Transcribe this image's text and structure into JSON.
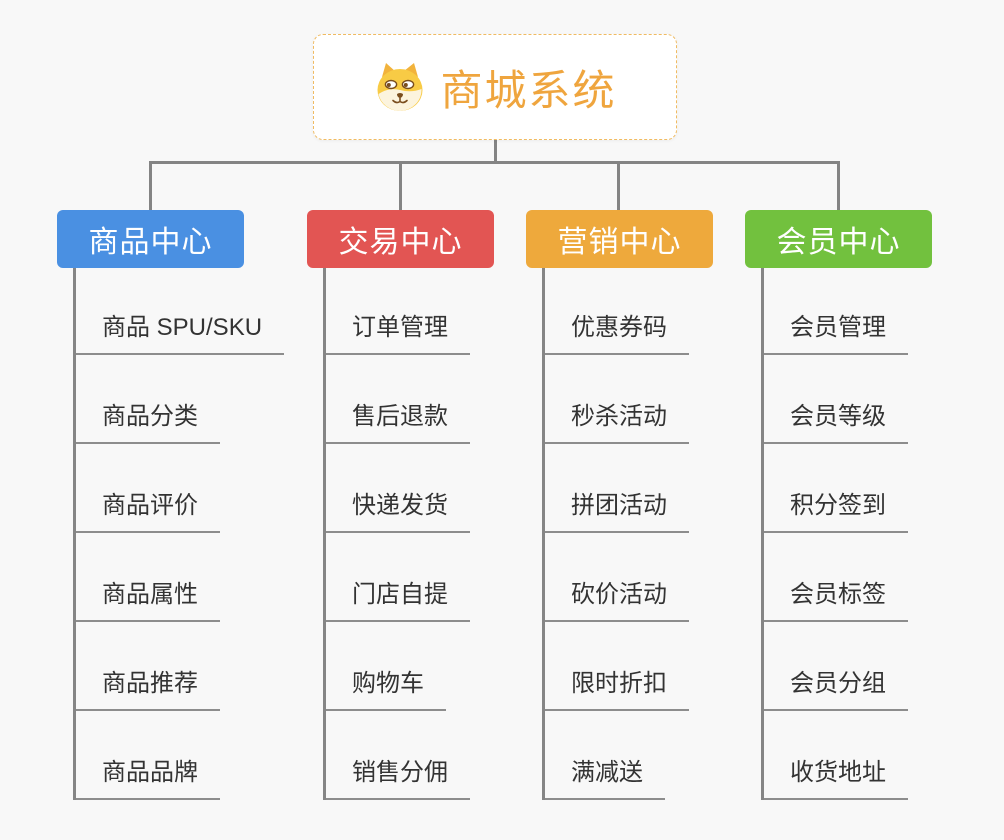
{
  "root": {
    "title": "商城系统",
    "icon": "dog-icon",
    "title_color": "#EFA53E",
    "border_color": "#F0BB62"
  },
  "colors": {
    "background": "#F8F8F8",
    "connector": "#858585",
    "leaf_text": "#333333",
    "branch_text": "#FFFFFF"
  },
  "branches": [
    {
      "label": "商品中心",
      "color": "#4A90E2",
      "items": [
        "商品 SPU/SKU",
        "商品分类",
        "商品评价",
        "商品属性",
        "商品推荐",
        "商品品牌"
      ]
    },
    {
      "label": "交易中心",
      "color": "#E25553",
      "items": [
        "订单管理",
        "售后退款",
        "快递发货",
        "门店自提",
        "购物车",
        "销售分佣"
      ]
    },
    {
      "label": "营销中心",
      "color": "#EEA93C",
      "items": [
        "优惠券码",
        "秒杀活动",
        "拼团活动",
        "砍价活动",
        "限时折扣",
        "满减送"
      ]
    },
    {
      "label": "会员中心",
      "color": "#72C13E",
      "items": [
        "会员管理",
        "会员等级",
        "积分签到",
        "会员标签",
        "会员分组",
        "收货地址"
      ]
    }
  ]
}
